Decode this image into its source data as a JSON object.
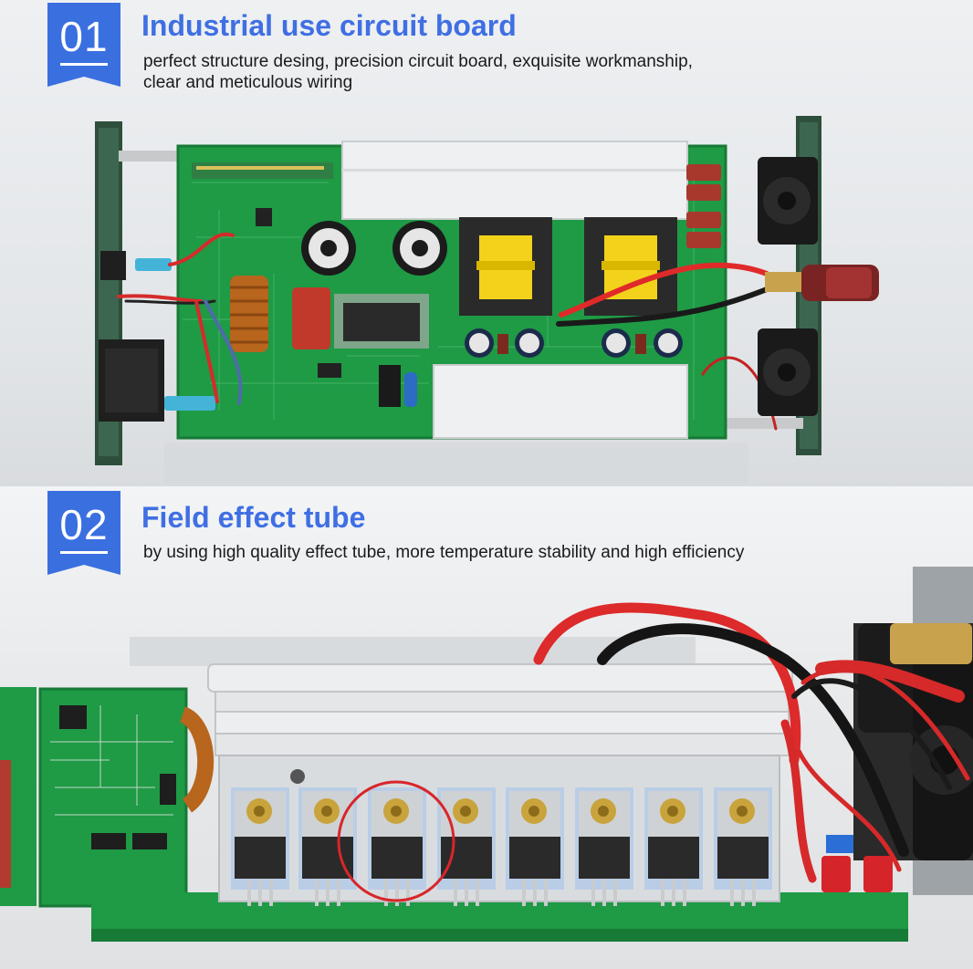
{
  "sections": [
    {
      "number": "01",
      "title": "Industrial use circuit board",
      "description_lines": [
        "perfect structure desing, precision circuit board, exquisite workmanship,",
        "clear and meticulous wiring"
      ]
    },
    {
      "number": "02",
      "title": "Field effect tube",
      "description_lines": [
        "by using high quality effect tube, more temperature stability and high efficiency"
      ]
    }
  ],
  "colors": {
    "accent_blue": "#3a6fe0",
    "title_blue": "#3f6fe3",
    "pcb_green": "#1f9a45",
    "highlight_red": "#d8262a"
  }
}
